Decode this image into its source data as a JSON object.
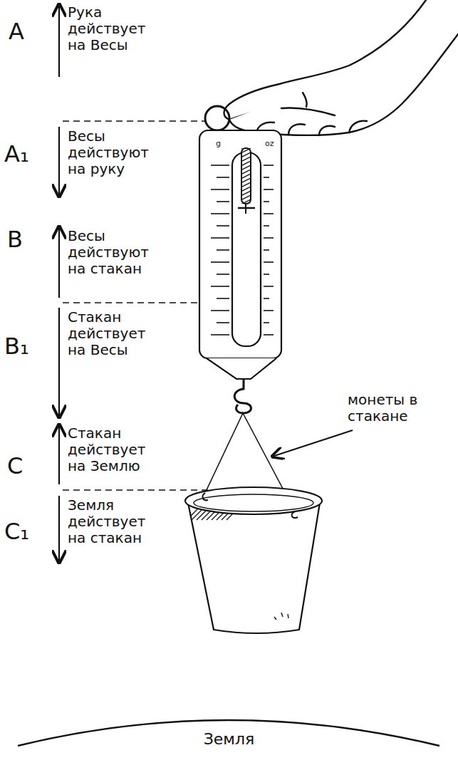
{
  "diagram": {
    "nodes": [
      {
        "text": [
          "Земля"
        ]
      }
    ],
    "labels": [
      "A",
      "Рука действует на Весы",
      "A₁",
      "Весы действуют на руку",
      "B",
      "Весы действуют на стакан",
      "B₁",
      "Стакан действует на Весы",
      "C",
      "Стакан действует на Землю",
      "C₁",
      "Земля действует на стакан",
      "монеты в стакане",
      "g",
      "oz"
    ]
  }
}
